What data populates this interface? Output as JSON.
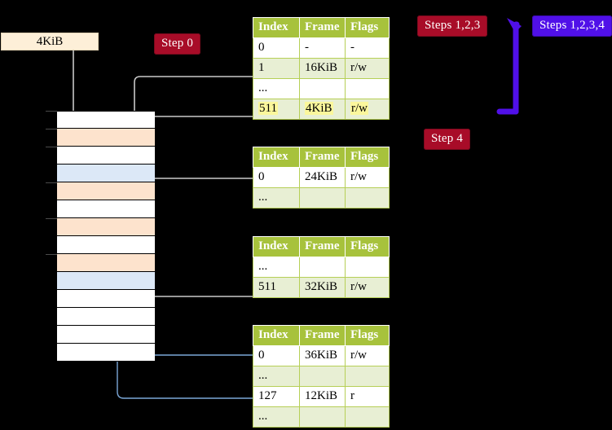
{
  "badges": {
    "step0": "Step 0",
    "step4": "Step 4",
    "steps123": "Steps 1,2,3",
    "steps1234": "Steps 1,2,3,4"
  },
  "colors": {
    "badge_red": "#a80c28",
    "badge_violet": "#5010e8",
    "table_header": "#a7c23c",
    "table_alt_row": "#e8efd4",
    "highlight": "#fbf79c",
    "mem_peach": "#fde3cd",
    "mem_blue": "#dce8f7",
    "kib_box": "#fdefd8",
    "wire_gray": "#c9c9c9",
    "wire_blue": "#7ba7d7",
    "background": "#000000"
  },
  "page_size_box": {
    "label": "4KiB"
  },
  "memory_column": {
    "rows": [
      {
        "fill": "white"
      },
      {
        "fill": "peach"
      },
      {
        "fill": "white"
      },
      {
        "fill": "blue"
      },
      {
        "fill": "peach"
      },
      {
        "fill": "white"
      },
      {
        "fill": "peach"
      },
      {
        "fill": "white"
      },
      {
        "fill": "peach"
      },
      {
        "fill": "blue"
      },
      {
        "fill": "white"
      },
      {
        "fill": "white"
      },
      {
        "fill": "white"
      },
      {
        "fill": "white"
      }
    ]
  },
  "tables": [
    {
      "name": "level4-table",
      "headers": [
        "Index",
        "Frame",
        "Flags"
      ],
      "rows": [
        {
          "cells": [
            "0",
            "-",
            "-"
          ],
          "alt": false,
          "highlight": false
        },
        {
          "cells": [
            "1",
            "16KiB",
            "r/w"
          ],
          "alt": true,
          "highlight": false
        },
        {
          "cells": [
            "...",
            "",
            ""
          ],
          "alt": false,
          "highlight": false
        },
        {
          "cells": [
            "511",
            "4KiB",
            "r/w"
          ],
          "alt": true,
          "highlight": true
        }
      ]
    },
    {
      "name": "level3-table",
      "headers": [
        "Index",
        "Frame",
        "Flags"
      ],
      "rows": [
        {
          "cells": [
            "0",
            "24KiB",
            "r/w"
          ],
          "alt": false,
          "highlight": false
        },
        {
          "cells": [
            "...",
            "",
            ""
          ],
          "alt": true,
          "highlight": false
        }
      ]
    },
    {
      "name": "level2-table",
      "headers": [
        "Index",
        "Frame",
        "Flags"
      ],
      "rows": [
        {
          "cells": [
            "...",
            "",
            ""
          ],
          "alt": false,
          "highlight": false
        },
        {
          "cells": [
            "511",
            "32KiB",
            "r/w"
          ],
          "alt": true,
          "highlight": false
        }
      ]
    },
    {
      "name": "level1-table",
      "headers": [
        "Index",
        "Frame",
        "Flags"
      ],
      "rows": [
        {
          "cells": [
            "0",
            "36KiB",
            "r/w"
          ],
          "alt": false,
          "highlight": false
        },
        {
          "cells": [
            "...",
            "",
            ""
          ],
          "alt": true,
          "highlight": false
        },
        {
          "cells": [
            "127",
            "12KiB",
            "r"
          ],
          "alt": false,
          "highlight": false
        },
        {
          "cells": [
            "...",
            "",
            ""
          ],
          "alt": true,
          "highlight": false
        }
      ]
    }
  ]
}
